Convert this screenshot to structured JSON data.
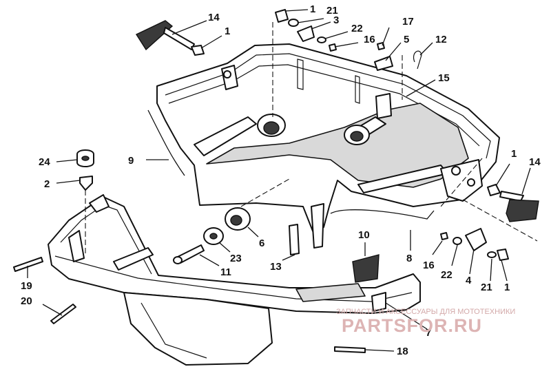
{
  "diagram": {
    "callouts": {
      "c1_top": "1",
      "c21_top": "21",
      "c3": "3",
      "c22_top": "22",
      "c17": "17",
      "c16_top": "16",
      "c5": "5",
      "c12": "12",
      "c14_top": "14",
      "c1_left": "1",
      "c15": "15",
      "c9": "9",
      "c24": "24",
      "c2": "2",
      "c1_right": "1",
      "c14_right": "14",
      "c6": "6",
      "c10": "10",
      "c23": "23",
      "c13": "13",
      "c8": "8",
      "c16_right": "16",
      "c22_right": "22",
      "c4": "4",
      "c21_right": "21",
      "c1_right_bottom": "1",
      "c11": "11",
      "c19": "19",
      "c20": "20",
      "c7": "7",
      "c18": "18"
    },
    "watermark": {
      "caption": "ЗАПЧАСТИ И АКСЕССУАРЫ ДЛЯ МОТОТЕХНИКИ",
      "logo_text": "PARTSFOR.RU"
    }
  }
}
